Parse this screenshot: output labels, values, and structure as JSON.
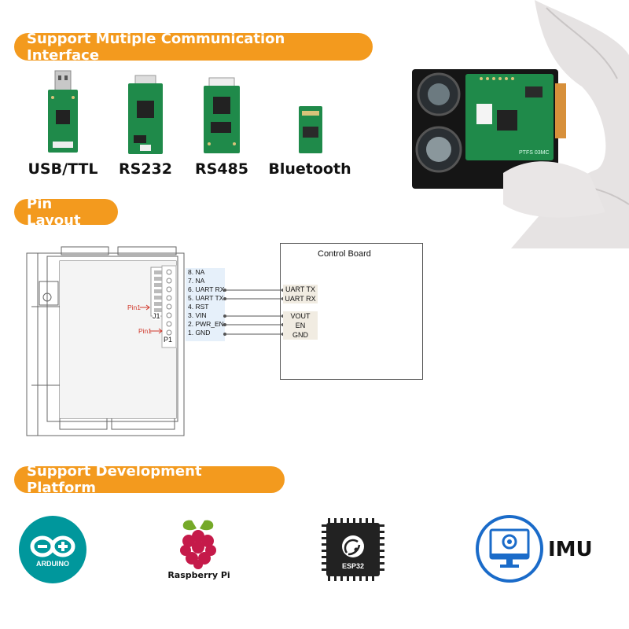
{
  "sections": {
    "interfaces_title": "Support Mutiple Communication Interface",
    "pin_title": "Pin Layout",
    "platform_title": "Support Development Platform"
  },
  "interfaces": [
    "USB/TTL",
    "RS232",
    "RS485",
    "Bluetooth"
  ],
  "module_silk": "PTFS 03MC",
  "pins": [
    "8. NA",
    "7. NA",
    "6. UART RX",
    "5. UART TX",
    "4. RST",
    "3. VIN",
    "2. PWR_EN",
    "1. GND"
  ],
  "connectors": {
    "j1": "J1",
    "p1": "P1",
    "pin1_a": "Pin1",
    "pin1_b": "Pin1"
  },
  "control_board": {
    "title": "Control Board",
    "pins": [
      "UART TX",
      "UART RX",
      "VOUT",
      "EN",
      "GND"
    ]
  },
  "platforms": {
    "arduino": "ARDUINO",
    "raspberry": "Raspberry Pi",
    "esp32": "ESP32",
    "imu": "IMU"
  },
  "colors": {
    "accent": "#f39a1e",
    "pcb": "#1f8a4a",
    "arduino": "#00979c",
    "rpi": "#c51a4a",
    "imu": "#1a6bc9",
    "pin_red": "#d0382b"
  }
}
